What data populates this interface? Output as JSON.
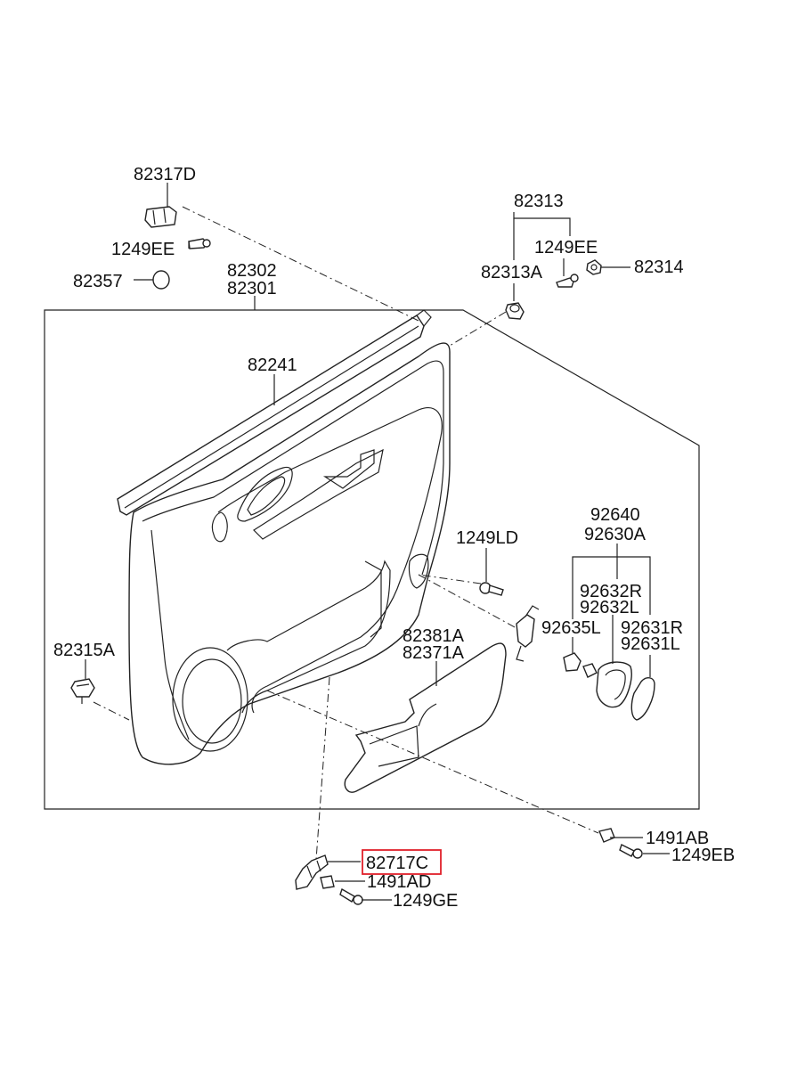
{
  "diagram": {
    "highlight_color": "#e0202a",
    "labels": {
      "p82317D": "82317D",
      "p1249EE_left": "1249EE",
      "p82357": "82357",
      "p82302": "82302",
      "p82301": "82301",
      "p82313": "82313",
      "p1249EE_right": "1249EE",
      "p82313A": "82313A",
      "p82314": "82314",
      "p82241": "82241",
      "p92640": "92640",
      "p92630A": "92630A",
      "p1249LD": "1249LD",
      "p92632R": "92632R",
      "p92632L": "92632L",
      "p92635L": "92635L",
      "p92631R": "92631R",
      "p92631L": "92631L",
      "p82315A": "82315A",
      "p82381A": "82381A",
      "p82371A": "82371A",
      "p1491AB": "1491AB",
      "p1249EB": "1249EB",
      "p82717C": "82717C",
      "p1491AD": "1491AD",
      "p1249GE": "1249GE"
    }
  }
}
